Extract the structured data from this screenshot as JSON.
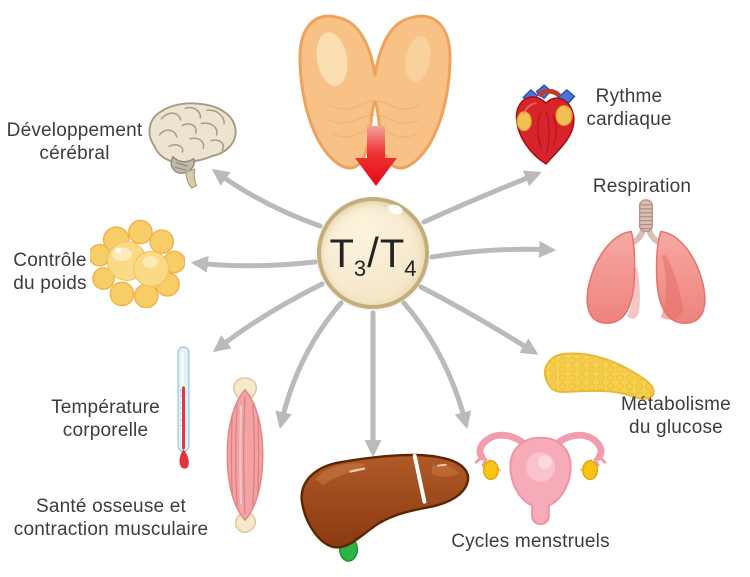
{
  "diagram_subject": "thyroid-hormones-effects",
  "center_node": {
    "hormone_1": "T",
    "hormone_1_sub": "3",
    "separator": "/",
    "hormone_2": "T",
    "hormone_2_sub": "4"
  },
  "labels": {
    "brain": "Développement\ncérébral",
    "cardiac": "Rythme\ncardiaque",
    "respiration": "Respiration",
    "glucose": "Métabolisme\ndu glucose",
    "menstrual": "Cycles menstruels",
    "bone_muscle": "Santé osseuse et\ncontraction musculaire",
    "temperature": "Température\ncorporelle",
    "weight": "Contrôle\ndu poids"
  },
  "icons": {
    "source": "thyroid-gland-icon",
    "source_arrow": "red-down-arrow-icon",
    "brain": "brain-icon",
    "cardiac": "heart-icon",
    "respiration": "lungs-icon",
    "glucose": "pancreas-icon",
    "menstrual": "uterus-icon",
    "liver": "liver-icon",
    "bone_muscle": "muscle-and-bone-icon",
    "temperature": "thermometer-icon",
    "weight": "fat-cell-icon",
    "connector": "gray-arrow-icon"
  },
  "colors": {
    "background": "#ffffff",
    "label_text": "#3d3d3d",
    "connector_gray": "#bababa",
    "red_arrow": "#e8101c",
    "center_fill": "#f8ecce",
    "center_border": "#c3ad7c",
    "thyroid_orange": "#f8c287",
    "lungs_pink": "#f6a09c",
    "pancreas_yellow": "#f6d250",
    "liver_brown": "#9d4a1d",
    "uterus_pink": "#f7aab8",
    "fat_yellow": "#f8cd68"
  }
}
